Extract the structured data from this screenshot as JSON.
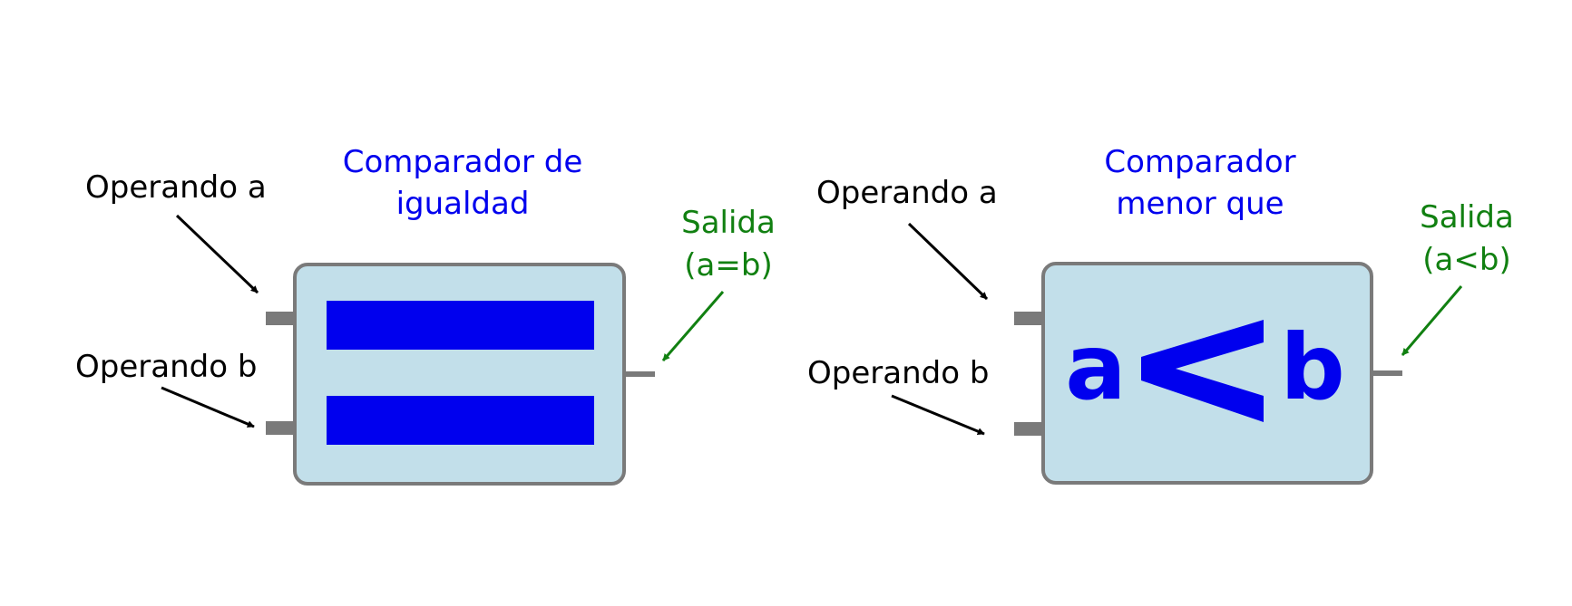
{
  "equality_comparator": {
    "title_line1": "Comparador de",
    "title_line2": "igualdad",
    "input_a": "Operando a",
    "input_b": "Operando b",
    "output_line1": "Salida",
    "output_line2": "(a=b)"
  },
  "less_than_comparator": {
    "title_line1": "Comparador",
    "title_line2": "menor que",
    "input_a": "Operando a",
    "input_b": "Operando b",
    "output_line1": "Salida",
    "output_line2": "(a<b)",
    "symbol_a": "a",
    "symbol_b": "b"
  },
  "colors": {
    "box_fill": "#c2dfea",
    "box_stroke": "#7a7a7a",
    "symbol_blue": "#0000ee",
    "output_green": "#118011",
    "arrow_black": "#000000"
  }
}
